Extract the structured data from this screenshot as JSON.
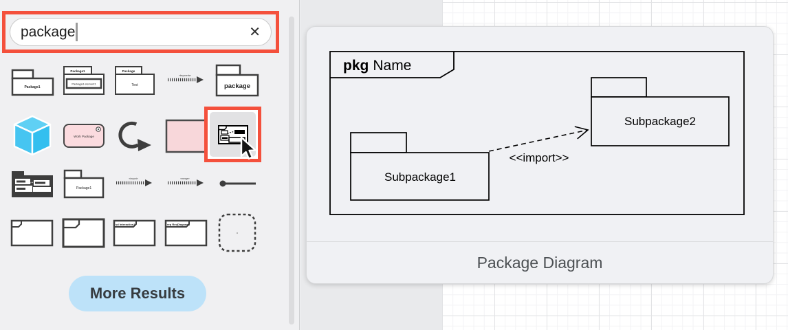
{
  "search": {
    "value": "package",
    "clear_icon": "✕"
  },
  "buttons": {
    "more_results": "More Results"
  },
  "tiles": [
    {
      "icon": "uml-package",
      "label": "Package1"
    },
    {
      "icon": "uml-package-element",
      "tab": "Package1",
      "inner": "Packaged element1"
    },
    {
      "icon": "uml-package-text",
      "tab": "Package",
      "body": "Text"
    },
    {
      "icon": "dependency-arrow",
      "edge_label": "«keywords»"
    },
    {
      "icon": "package-folder",
      "label": "package"
    },
    {
      "icon": "module-cube-3d"
    },
    {
      "icon": "work-package",
      "label": "Work Package"
    },
    {
      "icon": "loop-arrow"
    },
    {
      "icon": "pink-rectangle"
    },
    {
      "icon": "package-diagram-template-selected"
    },
    {
      "icon": "package-diagram-template-dark"
    },
    {
      "icon": "uml-package-2",
      "label": "Package1"
    },
    {
      "icon": "import-arrow",
      "edge_label": "«import»"
    },
    {
      "icon": "merge-arrow",
      "edge_label": "«merge»"
    },
    {
      "icon": "circle-end-line"
    },
    {
      "icon": "frame-small-tab"
    },
    {
      "icon": "frame-large-tab"
    },
    {
      "icon": "frame-sd-interaction",
      "tab": "sd Interaction1"
    },
    {
      "icon": "frame-req-diagram",
      "tab": "req ReqDiagram1"
    },
    {
      "icon": "dashed-rounded-square"
    }
  ],
  "preview": {
    "frame_keyword": "pkg",
    "frame_name": "Name",
    "subpackage1": "Subpackage1",
    "subpackage2": "Subpackage2",
    "edge_label": "<<import>>",
    "caption": "Package Diagram"
  },
  "colors": {
    "highlight_red": "#f4503c",
    "more_button_blue": "#bde2f9",
    "cube_cyan": "#4ec9f2",
    "shape_pink": "#f8d7da"
  }
}
